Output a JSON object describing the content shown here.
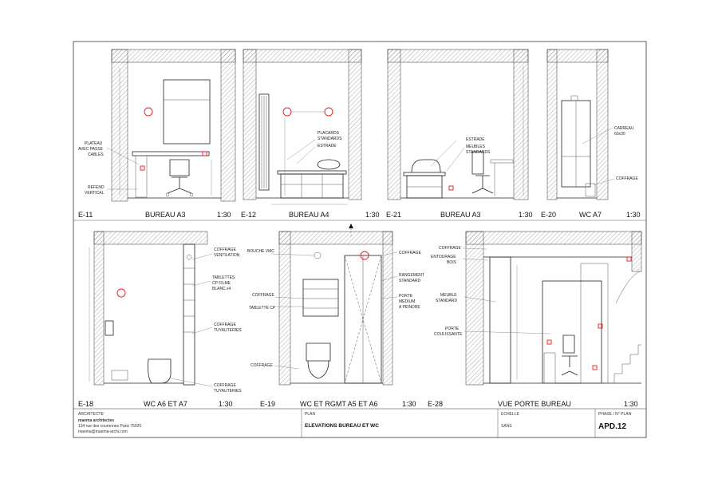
{
  "views": [
    {
      "code": "E-11",
      "title": "BUREAU A3",
      "scale": "1:30"
    },
    {
      "code": "E-12",
      "title": "BUREAU A4",
      "scale": "1:30"
    },
    {
      "code": "E-21",
      "title": "BUREAU A3",
      "scale": "1:30"
    },
    {
      "code": "E-20",
      "title": "WC A7",
      "scale": "1:30"
    },
    {
      "code": "E-18",
      "title": "WC A6 ET A7",
      "scale": "1:30"
    },
    {
      "code": "E-19",
      "title": "WC ET RGMT A5 ET A6",
      "scale": "1:30"
    },
    {
      "code": "E-28",
      "title": "VUE PORTE BUREAU",
      "scale": "1:30"
    }
  ],
  "annotations": {
    "e11_plateau": [
      "PLATEAU",
      "AVEC PASSE",
      "CABLES"
    ],
    "e11_refend": [
      "REFEND",
      "VERTICAL"
    ],
    "e12_placards": [
      "PLACARDS",
      "STANDARDS"
    ],
    "e12_estrade": "ESTRADE",
    "e21_estrade": "ESTRADE",
    "e21_meubles": [
      "MEUBLES",
      "STANDARDS"
    ],
    "e20_carreau": [
      "CARREAU",
      "60x30"
    ],
    "e20_coffrage": "COFFRAGE",
    "e18_coffrage_vent": [
      "COFFRAGE",
      "VENTILATION"
    ],
    "e18_tablettes": [
      "TABLETTES",
      "CP FILME",
      "BLANC x4"
    ],
    "e18_coffrage_tuy": [
      "COFFRAGE",
      "TUYAUTERIES"
    ],
    "e18_coffrage_tuy2": [
      "COFFRAGE",
      "TUYAUTERIES"
    ],
    "e19_bouche": "BOUCHE VMC",
    "e19_coffrage_top": "COFFRAGE",
    "e19_coffrage_left": "COFFRAGE",
    "e19_tablette": "TABLETTE CP",
    "e19_coffrage_low": "COFFRAGE",
    "e19_rangement": [
      "RANGEMENT",
      "STANDARD"
    ],
    "e19_porte": [
      "PORTE",
      "MEDIUM",
      "A PEINDRE"
    ],
    "e28_coffrage": "COFFRAGE",
    "e28_entourage": [
      "ENTOURAGE",
      "BOIS"
    ],
    "e28_meuble": [
      "MEUBLE",
      "STANDARD"
    ],
    "e28_porte": [
      "PORTE",
      "COULISSANTE"
    ]
  },
  "cartouche": {
    "architecte_label": "ARCHITECTE",
    "firm": "maema architectes",
    "address": "134 rue des couronnes Paris 75020",
    "email": "maema@maema-archi.com",
    "plan_label": "PLAN",
    "plan_title": "ELEVATIONS BUREAU ET WC",
    "echelle_label": "ECHELLE",
    "echelle_value": "SANS",
    "phase_label": "PHASE / N° PLAN",
    "plan_number": "APD.12"
  },
  "colors": {
    "line": "#222222",
    "accent": "#e21b1b",
    "hatch": "#888888"
  }
}
